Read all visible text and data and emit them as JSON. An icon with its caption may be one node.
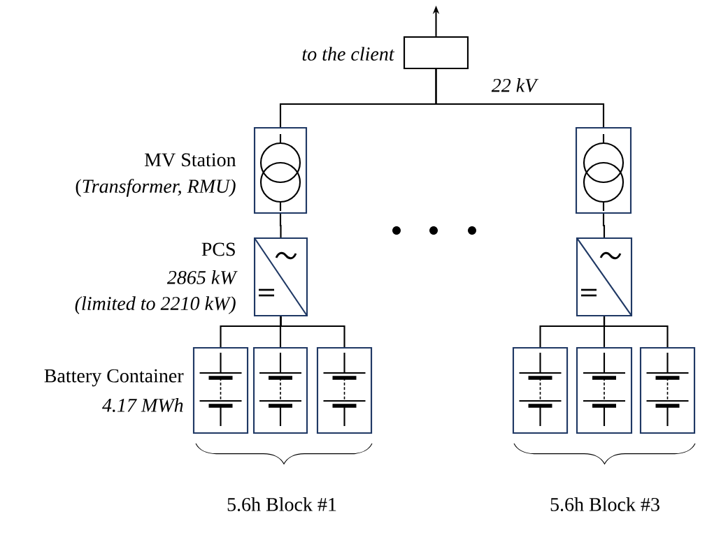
{
  "diagram": {
    "nodes": [
      {
        "text": [
          "to the client"
        ]
      },
      {
        "text": [
          "MV Station",
          "(*Transformer, RMU)*"
        ]
      },
      {
        "text": [],
        "shape": "box"
      },
      {
        "text": [
          "PCS",
          "2865 kW",
          "(limited to 2210 kW)"
        ]
      },
      {
        "text": [],
        "shape": "box"
      },
      {
        "text": [
          "Battery Container",
          "4.17 MWh"
        ]
      },
      {
        "text": [],
        "shape": "box"
      },
      {
        "text": [],
        "shape": "box"
      },
      {
        "text": [],
        "shape": "box"
      },
      {
        "text": [],
        "shape": "box"
      },
      {
        "text": [],
        "shape": "box"
      }
    ],
    "edges": [
      {
        "from": 0,
        "to": null,
        "arrow": "to"
      },
      {
        "from": 0,
        "to": 1,
        "arrow": "none"
      },
      {
        "from": 0,
        "to": 2,
        "arrow": "none"
      },
      {
        "from": 1,
        "to": 3,
        "arrow": "none"
      },
      {
        "from": 2,
        "to": 4,
        "arrow": "none"
      },
      {
        "from": 3,
        "to": 5,
        "arrow": "none"
      },
      {
        "from": 3,
        "to": 6,
        "arrow": "none"
      },
      {
        "from": 3,
        "to": 7,
        "arrow": "none"
      },
      {
        "from": 4,
        "to": 8,
        "arrow": "none"
      },
      {
        "from": 4,
        "to": 9,
        "arrow": "none"
      },
      {
        "from": 4,
        "to": 10,
        "arrow": "none"
      }
    ],
    "labels": [
      "22 kV",
      "5.6h Block #1",
      "5.6h Block #3"
    ]
  }
}
